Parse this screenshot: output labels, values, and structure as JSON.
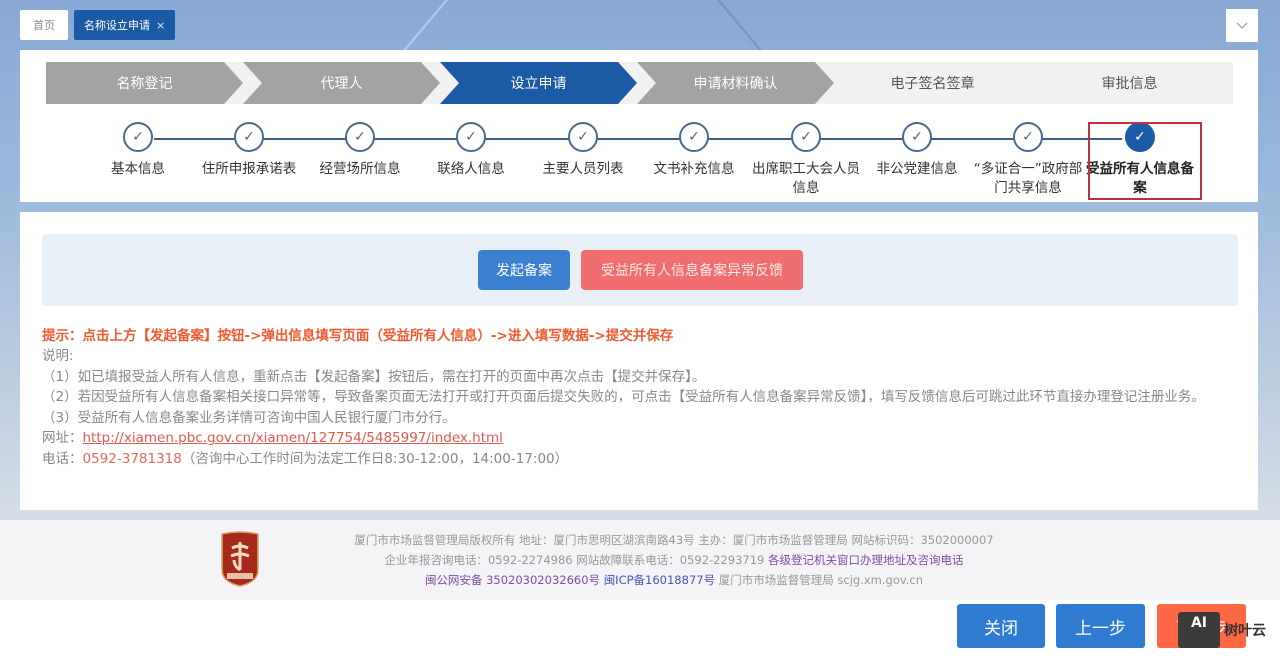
{
  "tabs": {
    "home": "首页",
    "active": "名称设立申请",
    "close_glyph": "×",
    "dropdown_glyph": "﹀"
  },
  "phases": [
    {
      "label": "名称登记",
      "state": "done"
    },
    {
      "label": "代理人",
      "state": "done"
    },
    {
      "label": "设立申请",
      "state": "active"
    },
    {
      "label": "申请材料确认",
      "state": "done"
    },
    {
      "label": "电子签名签章",
      "state": "pending"
    },
    {
      "label": "审批信息",
      "state": "pending"
    }
  ],
  "steps": [
    {
      "label": "基本信息",
      "state": "done"
    },
    {
      "label": "住所申报承诺表",
      "state": "done"
    },
    {
      "label": "经营场所信息",
      "state": "done"
    },
    {
      "label": "联络人信息",
      "state": "done"
    },
    {
      "label": "主要人员列表",
      "state": "done"
    },
    {
      "label": "文书补充信息",
      "state": "done"
    },
    {
      "label": "出席职工大会人员信息",
      "state": "done"
    },
    {
      "label": "非公党建信息",
      "state": "done"
    },
    {
      "label": "“多证合一”政府部门共享信息",
      "state": "done"
    },
    {
      "label": "受益所有人信息备案",
      "state": "current"
    }
  ],
  "check_glyph": "✓",
  "actions": {
    "start_filing": "发起备案",
    "report_exception": "受益所有人信息备案异常反馈"
  },
  "hint": "提示：点击上方【发起备案】按钮->弹出信息填写页面（受益所有人信息）->进入填写数据->提交并保存",
  "notes": {
    "title": "说明:",
    "item1": "（1）如已填报受益人所有人信息，重新点击【发起备案】按钮后，需在打开的页面中再次点击【提交并保存】。",
    "item2": "（2）若因受益所有人信息备案相关接口异常等，导致备案页面无法打开或打开页面后提交失败的，可点击【受益所有人信息备案异常反馈】，填写反馈信息后可跳过此环节直接办理登记注册业务。",
    "item3": "（3）受益所有人信息备案业务详情可咨询中国人民银行厦门市分行。",
    "url_label": "网址：",
    "url": "http://xiamen.pbc.gov.cn/xiamen/127754/5485997/index.html",
    "phone_label": "电话：",
    "phone": "0592-3781318",
    "phone_hours": "（咨询中心工作时间为法定工作日8:30-12:00，14:00-17:00）"
  },
  "footer": {
    "line1": "厦门市市场监督管理局版权所有 地址：厦门市思明区湖滨南路43号 主办：厦门市市场监督管理局 网站标识码：3502000007",
    "line2_text": "企业年报咨询电话：0592-2274986 网站故障联系电话：0592-2293719",
    "line2_link": "各级登记机关窗口办理地址及咨询电话",
    "line3_police": "闽公网安备 35020302032660号",
    "line3_icp": "闽ICP备16018877号",
    "line3_text": "厦门市市场监督管理局 scjg.xm.gov.cn",
    "logo_text": "党政机关"
  },
  "bottom_buttons": {
    "close": "关闭",
    "prev": "上一步",
    "next": "下一步"
  },
  "watermark": {
    "badge": "AI",
    "text": "树叶云"
  },
  "colors": {
    "primary": "#1d5aa6",
    "button_blue": "#3a7fd0",
    "danger": "#f06e6e",
    "hint_orange": "#ef5a30",
    "next_orange": "#ff6745",
    "highlight_red": "#c0323a"
  }
}
